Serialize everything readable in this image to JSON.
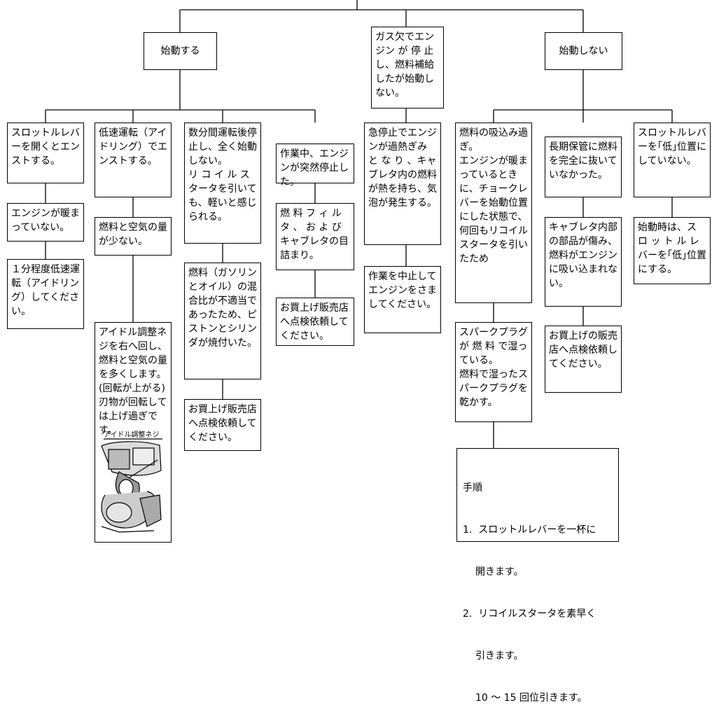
{
  "top": {
    "start": "始動する",
    "gas_out": "ガス欠でエンジン が 停 止し、燃料補給したが始動しない。",
    "no_start": "始動しない"
  },
  "branch1": {
    "c1": [
      "スロットルレバーを開くとエンストする。",
      "エンジンが暖まっていない。",
      "１分程度低速運転（アイドリング）してください。"
    ],
    "c2": [
      "低速運転（アイドリング）でエンストする。",
      "燃料と空気の量が少ない。",
      "アイドル調整ネジを右へ回し、燃料と空気の量を多くします。(回転が上がる)\n刃物が回転しては上げ過ぎです。"
    ],
    "c2_figure_label": "アイドル調整ネジ",
    "c3": [
      "数分間運転後停止し、全く始動しない。\nリ コ イ ル ス タータを引いても、軽いと感じられる。",
      "燃料（ガソリンとオイル）の混合比が不適当であったため、ピストンとシリンダが焼付いた。",
      "お買上げ販売店へ点検依頼してください。"
    ],
    "c4": [
      "作業中、エンジンが突然停止した。",
      "燃 料 フ ィ ル タ 、 お よ びキャブレタの目詰まり。",
      "お買上げ販売店へ点検依頼してください。"
    ]
  },
  "branch2": {
    "c1": [
      "急停止でエンジンが過熱ぎみ と な り 、キャブレタ内の燃料が熱を持ち、気泡が発生する。",
      "作業を中止してエンジンをさましてください。"
    ]
  },
  "branch3": {
    "c1": [
      "燃料の吸込み過ぎ。\nエンジンが暖まっているときに、チョークレバーを始動位置にした状態で、何回もリコイルスタータを引いたため",
      "スパークプラグ が 燃 料 で湿っている。\n燃料で湿ったスパークプラグを乾かす。"
    ],
    "steps": {
      "title": "手順",
      "s1": "1.  スロットルレバーを一杯に",
      "s1b": "開きます。",
      "s2": "2.  リコイルスタータを素早く",
      "s2b": "引きます。",
      "s2c": "10 ～ 15 回位引きます。"
    },
    "c2": [
      "長期保管に燃料を完全に抜いていなかった。",
      "キャブレタ内部の部品が傷み、燃料がエンジンに吸い込まれない。",
      "お買上げの販売店へ点検依頼してください。"
    ],
    "c3": [
      "スロットルレバーを｢低｣位置にしていない。",
      "始動時は、ス ロ ッ ト ル レバーを｢低｣位置にする。"
    ]
  }
}
